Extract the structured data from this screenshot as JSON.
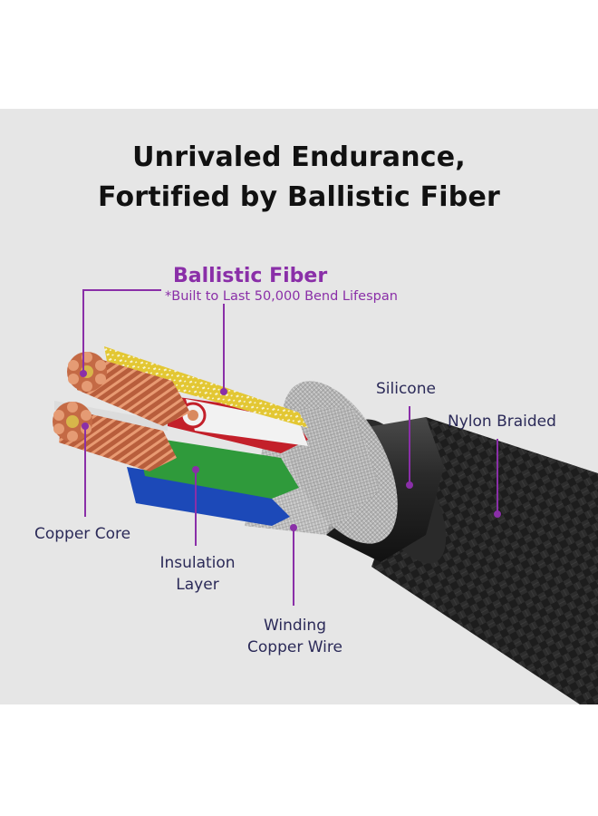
{
  "headline": {
    "line1": "Unrivaled Endurance,",
    "line2": "Fortified by Ballistic Fiber"
  },
  "callout": {
    "title": "Ballistic Fiber",
    "subtitle": "*Built to Last 50,000 Bend Lifespan"
  },
  "labels": {
    "silicone": "Silicone",
    "nylon": "Nylon Braided",
    "copper_core": "Copper Core",
    "insulation_1": "Insulation",
    "insulation_2": "Layer",
    "winding_1": "Winding",
    "winding_2": "Copper Wire"
  },
  "colors": {
    "panel_bg": "#e6e6e6",
    "accent_purple": "#8a2fa8",
    "label_text": "#2b2a58",
    "headline_text": "#111111",
    "braid": "#1e1e1e",
    "copper": "#c46a45",
    "fiber_yellow": "#e8cf3a",
    "wire_red": "#c3202a",
    "wire_green": "#2f9a3b",
    "wire_blue": "#1c49b8",
    "wire_white": "#f2f2f2",
    "shield": "#b8b8b8"
  }
}
